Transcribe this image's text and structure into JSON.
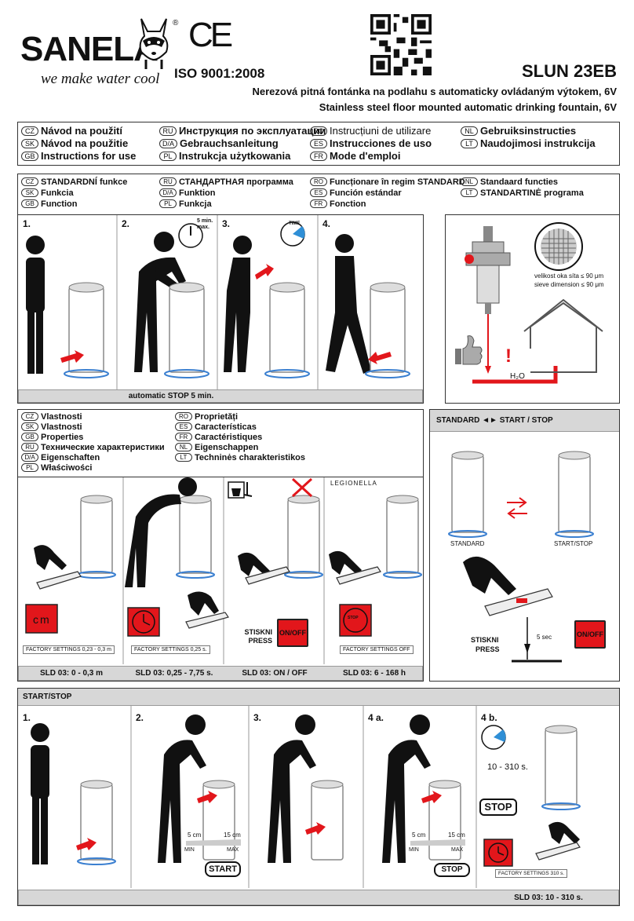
{
  "header": {
    "brand": "SANELA",
    "tagline": "we make water cool",
    "ce": "CE",
    "iso": "ISO 9001:2008",
    "model": "SLUN 23EB",
    "subtitle_cz": "Nerezová pitná fontánka na podlahu s automaticky ovládaným výtokem, 6V",
    "subtitle_en": "Stainless steel floor mounted automatic drinking fountain, 6V"
  },
  "languages": [
    {
      "code": "CZ",
      "label": "Návod na použití"
    },
    {
      "code": "SK",
      "label": "Návod na použitie"
    },
    {
      "code": "GB",
      "label": "Instructions for use"
    },
    {
      "code": "RU",
      "label": "Инструкция по эксплуатации"
    },
    {
      "code": "D/A",
      "label": "Gebrauchsanleitung"
    },
    {
      "code": "PL",
      "label": "Instrukcja użytkowania"
    },
    {
      "code": "RO",
      "label": "Instrucțiuni de utilizare"
    },
    {
      "code": "ES",
      "label": "Instrucciones de uso"
    },
    {
      "code": "FR",
      "label": "Mode d'emploi"
    },
    {
      "code": "NL",
      "label": "Gebruiksinstructies"
    },
    {
      "code": "LT",
      "label": "Naudojimosi instrukcija"
    }
  ],
  "standard": {
    "titles": [
      {
        "code": "CZ",
        "label": "STANDARDNÍ funkce"
      },
      {
        "code": "SK",
        "label": "Funkcia"
      },
      {
        "code": "GB",
        "label": "Function"
      },
      {
        "code": "RU",
        "label": "СТАНДАРТНАЯ программа"
      },
      {
        "code": "D/A",
        "label": "Funktion"
      },
      {
        "code": "PL",
        "label": "Funkcja"
      },
      {
        "code": "RO",
        "label": "Funcționare în regim STANDARD"
      },
      {
        "code": "ES",
        "label": "Función estándar"
      },
      {
        "code": "FR",
        "label": "Fonction"
      },
      {
        "code": "NL",
        "label": "Standaard functies"
      },
      {
        "code": "LT",
        "label": "STANDARTINĖ programa"
      }
    ],
    "steps": [
      "1.",
      "2.",
      "3.",
      "4."
    ],
    "badge_max": "5 min. max.",
    "badge_time": "TIME",
    "caption": "automatic STOP 5 min.",
    "sieve_cz": "velikost oka síta ≤ 90 μm",
    "sieve_en": "sieve dimension ≤ 90 μm",
    "h2o": "H₂O",
    "exclaim": "!"
  },
  "properties": {
    "titles": [
      {
        "code": "CZ",
        "label": "Vlastnosti"
      },
      {
        "code": "SK",
        "label": "Vlastnosti"
      },
      {
        "code": "GB",
        "label": "Properties"
      },
      {
        "code": "RU",
        "label": "Технические характеристики"
      },
      {
        "code": "D/A",
        "label": "Eigenschaften"
      },
      {
        "code": "PL",
        "label": "Właściwości"
      },
      {
        "code": "RO",
        "label": "Proprietăți"
      },
      {
        "code": "ES",
        "label": "Características"
      },
      {
        "code": "FR",
        "label": "Caractéristiques"
      },
      {
        "code": "NL",
        "label": "Eigenschappen"
      },
      {
        "code": "LT",
        "label": "Techninės charakteristikos"
      }
    ],
    "legionella": "LEGIONELLA",
    "cm": "cm",
    "press_cz": "STISKNI",
    "press_en": "PRESS",
    "onoff": "ON/OFF",
    "stop": "STOP",
    "factory": [
      "FACTORY SETTINGS 0,23 - 0,3 m",
      "FACTORY SETTINGS 0,25 s.",
      "FACTORY SETTINGS OFF"
    ],
    "captions": [
      "SLD 03: 0 - 0,3 m",
      "SLD 03: 0,25 - 7,75 s.",
      "SLD 03: ON / OFF",
      "SLD 03: 6 - 168 h"
    ]
  },
  "standard_startstop": {
    "title": "STANDARD ◄► START / STOP",
    "label_standard": "STANDARD",
    "label_startstop": "START/STOP",
    "press_cz": "STISKNI",
    "press_en": "PRESS",
    "sec": "5 sec",
    "onoff": "ON/OFF"
  },
  "startstop": {
    "title": "START/STOP",
    "steps": [
      "1.",
      "2.",
      "3.",
      "4 a.",
      "4 b."
    ],
    "cm5": "5 cm",
    "cm15": "15 cm",
    "min": "MIN",
    "max": "MAX",
    "start": "START",
    "stop": "STOP",
    "range": "10 - 310 s.",
    "factory": "FACTORY SETTINGS 310 s.",
    "caption": "SLD 03: 10 - 310 s."
  },
  "colors": {
    "accent": "#e2161b",
    "bar": "#d7d7d7",
    "blue": "#2f8fd6"
  }
}
